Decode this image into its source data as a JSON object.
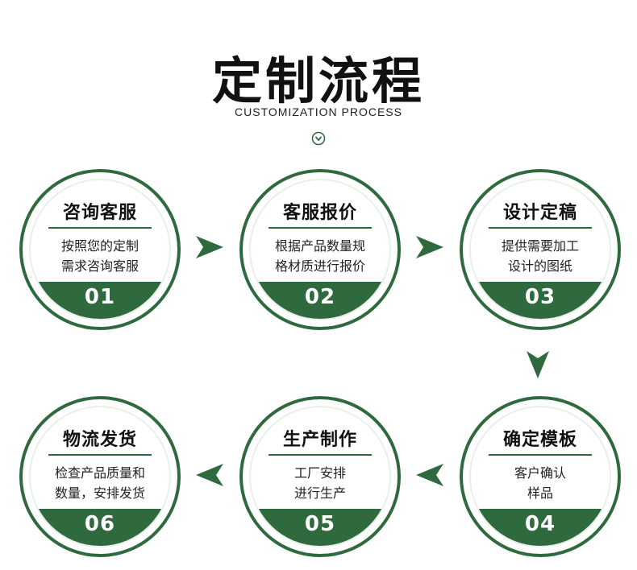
{
  "header": {
    "title": "定制流程",
    "subtitle": "CUSTOMIZATION PROCESS"
  },
  "colors": {
    "accent": "#2f6a3f"
  },
  "steps": [
    {
      "title": "咨询客服",
      "line1": "按照您的定制",
      "line2": "需求咨询客服",
      "number": "01"
    },
    {
      "title": "客服报价",
      "line1": "根据产品数量规",
      "line2": "格材质进行报价",
      "number": "02"
    },
    {
      "title": "设计定稿",
      "line1": "提供需要加工",
      "line2": "设计的图纸",
      "number": "03"
    },
    {
      "title": "确定模板",
      "line1": "客户确认",
      "line2": "样品",
      "number": "04"
    },
    {
      "title": "生产制作",
      "line1": "工厂安排",
      "line2": "进行生产",
      "number": "05"
    },
    {
      "title": "物流发货",
      "line1": "检查产品质量和",
      "line2": "数量，安排发货",
      "number": "06"
    }
  ],
  "icons": {
    "scroll_down": "chevron-down-circle-icon",
    "arrow_right": "arrow-right-icon",
    "arrow_left": "arrow-left-icon",
    "arrow_down": "arrow-down-icon"
  }
}
